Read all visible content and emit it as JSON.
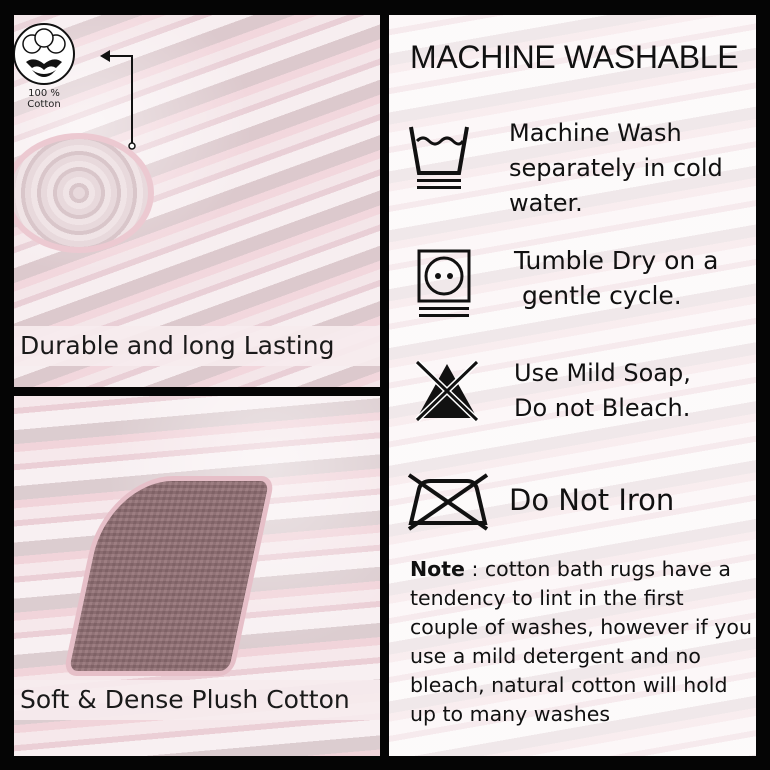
{
  "badge": {
    "line1": "100 %",
    "line2": "Cotton"
  },
  "captions": {
    "top_left": "Durable and long Lasting",
    "bottom_left": "Soft & Dense Plush Cotton"
  },
  "care": {
    "title": "MACHINE WASHABLE",
    "items": [
      {
        "icon": "wash-tub-icon",
        "line1": "Machine Wash",
        "line2": "separately in cold",
        "line3": "water."
      },
      {
        "icon": "tumble-dry-icon",
        "line1": "Tumble Dry on a",
        "line2": "gentle cycle."
      },
      {
        "icon": "no-bleach-icon",
        "line1": "Use Mild Soap,",
        "line2": "Do not Bleach."
      },
      {
        "icon": "no-iron-icon",
        "line1": "Do Not Iron"
      }
    ],
    "note_label": "Note",
    "note_text": " : cotton bath rugs have a tendency to lint in the first couple of washes, however if you use a mild detergent and no bleach, natural cotton will hold up to many washes"
  },
  "colors": {
    "border": "#050505",
    "rug_pink": "#ecc9d1",
    "rug_grey": "#dccdd0",
    "caption_bg": "#f6ecee"
  }
}
